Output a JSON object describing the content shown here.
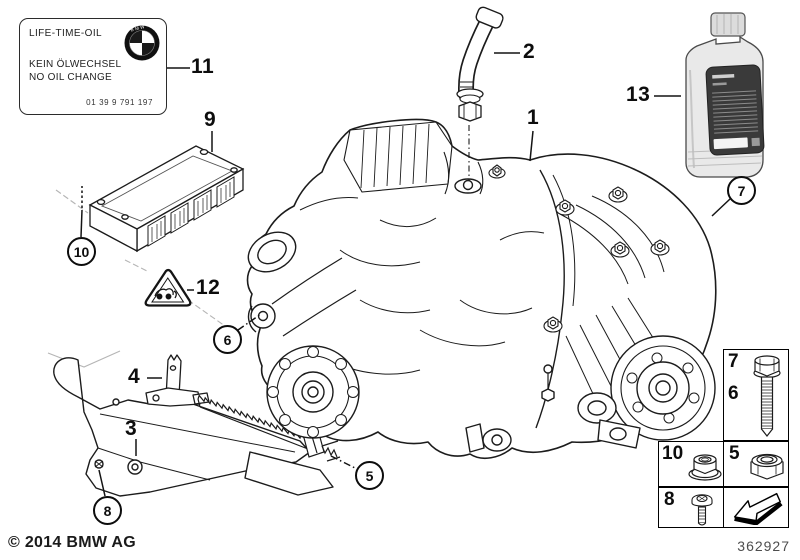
{
  "plate": {
    "line1": "LIFE-TIME-OIL",
    "line2": "KEIN ÖLWECHSEL",
    "line3": "NO OIL CHANGE",
    "part_no": "01 39 9 791 197",
    "brand": "BMW"
  },
  "callouts": {
    "n1": "1",
    "n2": "2",
    "n3": "3",
    "n4": "4",
    "n5": "5",
    "n6": "6",
    "n7": "7",
    "n8": "8",
    "n9": "9",
    "n10": "10",
    "n11": "11",
    "n12": "12",
    "n13": "13"
  },
  "legend": {
    "bolt_primary": "7",
    "bolt_secondary": "6",
    "flange_nut": "10",
    "lock_nut": "5",
    "screw": "8"
  },
  "footer": {
    "copyright": "© 2014 BMW AG",
    "diagram_number": "362927"
  },
  "colors": {
    "line": "#1c1c1c",
    "faint": "#b5b5b5",
    "bottle_label": "#3a3a3a",
    "bottle_body": "#e9e9e9"
  }
}
